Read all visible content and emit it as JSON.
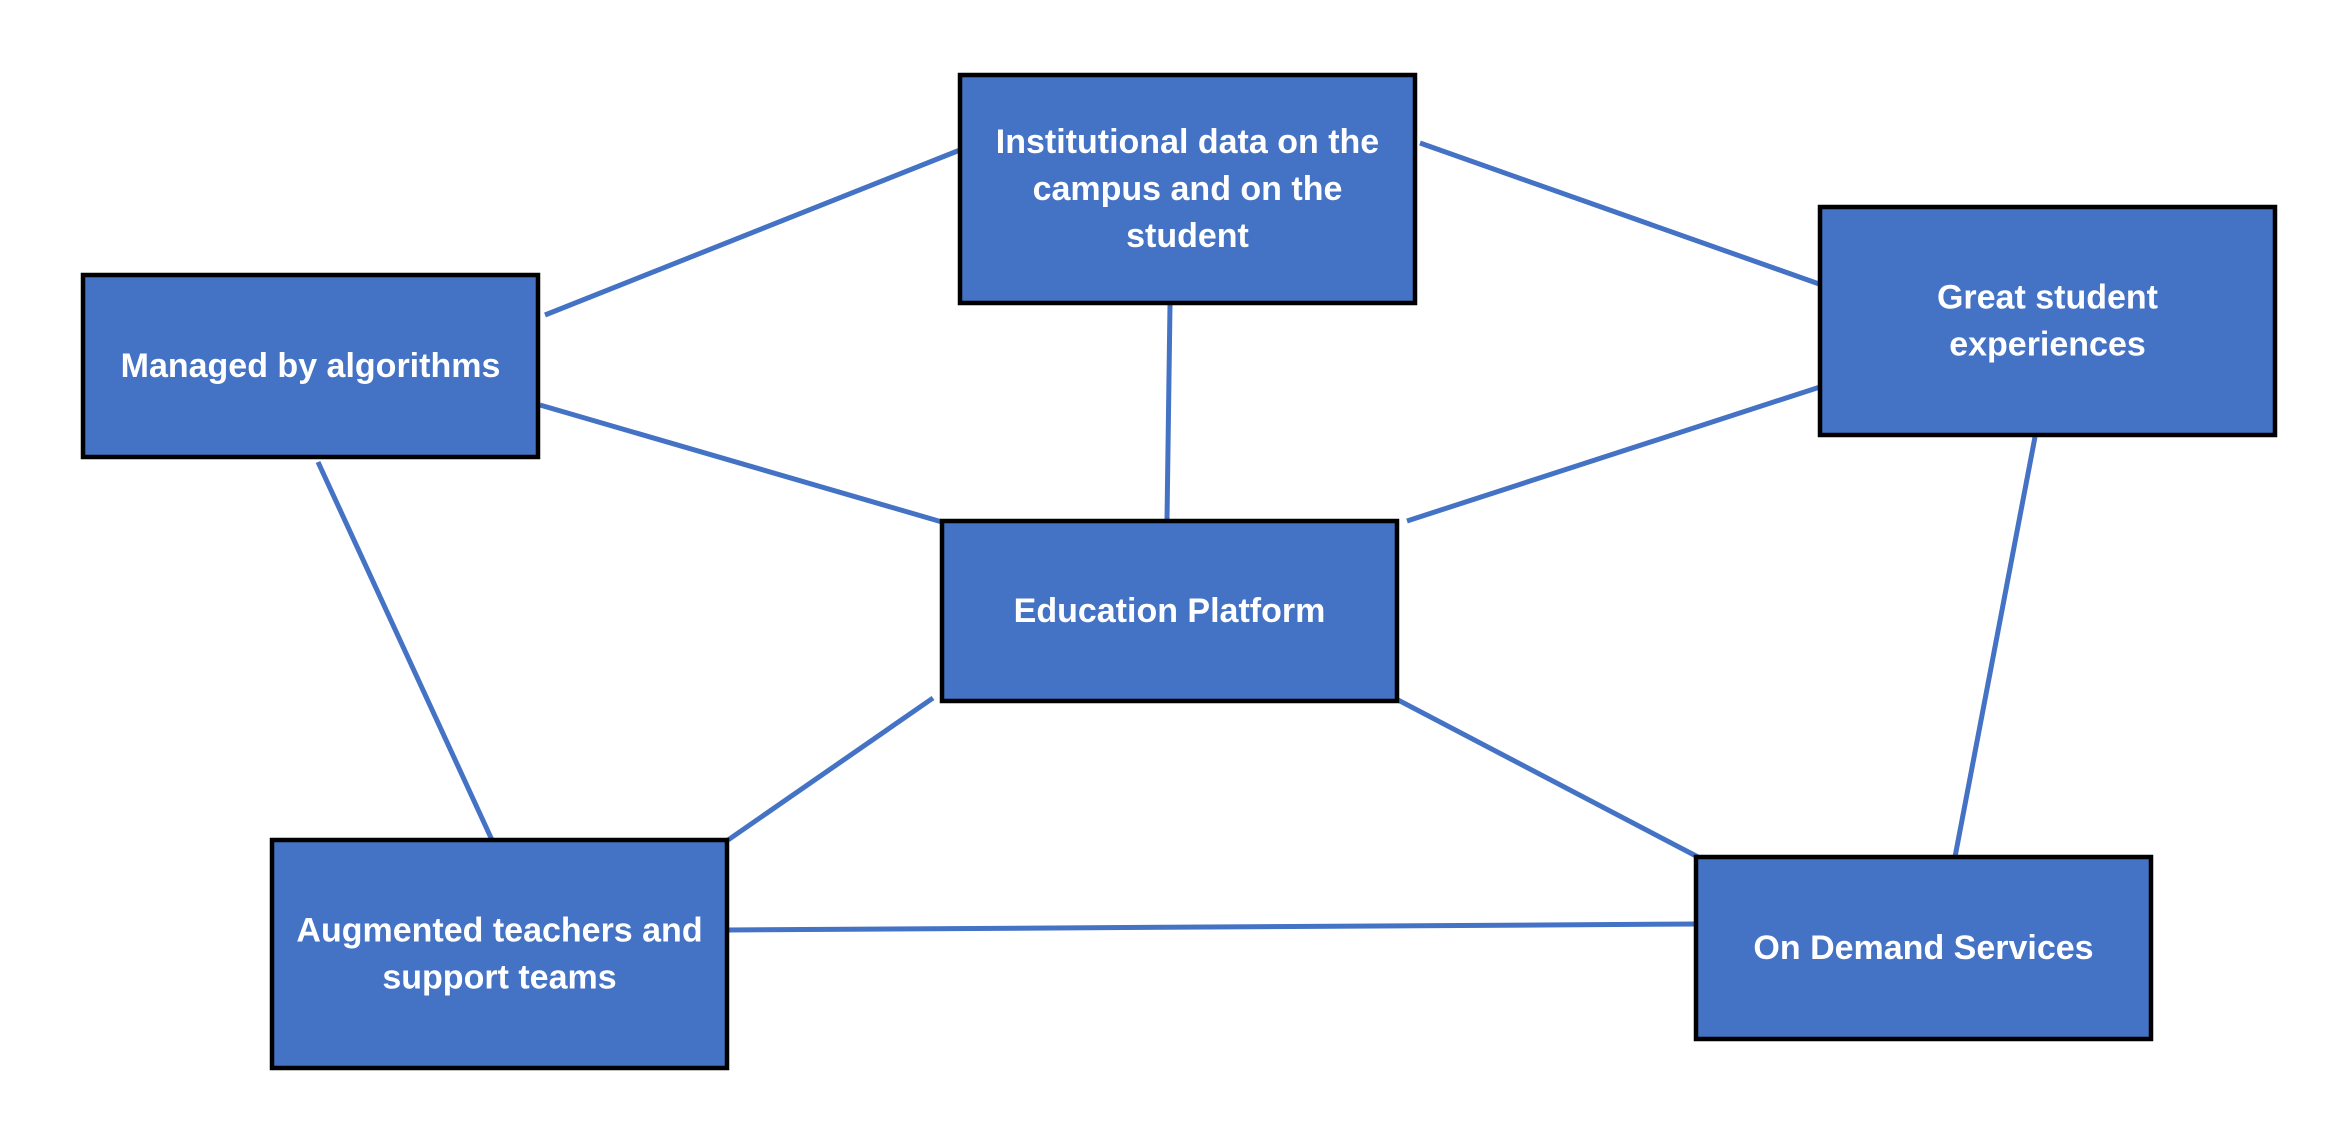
{
  "diagram": {
    "colors": {
      "node_fill": "#4472c4",
      "node_border": "#000000",
      "edge": "#4472c4",
      "text": "#ffffff",
      "background": "#ffffff"
    },
    "nodes": [
      {
        "id": "institutional-data",
        "lines": [
          "Institutional data on the",
          "campus and on the",
          "student"
        ]
      },
      {
        "id": "managed-by-algorithms",
        "lines": [
          "Managed by algorithms"
        ]
      },
      {
        "id": "great-student-experiences",
        "lines": [
          "Great student",
          "experiences"
        ]
      },
      {
        "id": "education-platform",
        "lines": [
          "Education Platform"
        ]
      },
      {
        "id": "augmented-teachers",
        "lines": [
          "Augmented teachers and",
          "support teams"
        ]
      },
      {
        "id": "on-demand-services",
        "lines": [
          "On Demand Services"
        ]
      }
    ],
    "edges": [
      {
        "from": "managed-by-algorithms",
        "to": "institutional-data"
      },
      {
        "from": "institutional-data",
        "to": "great-student-experiences"
      },
      {
        "from": "managed-by-algorithms",
        "to": "education-platform"
      },
      {
        "from": "institutional-data",
        "to": "education-platform"
      },
      {
        "from": "great-student-experiences",
        "to": "education-platform"
      },
      {
        "from": "managed-by-algorithms",
        "to": "augmented-teachers"
      },
      {
        "from": "education-platform",
        "to": "augmented-teachers"
      },
      {
        "from": "education-platform",
        "to": "on-demand-services"
      },
      {
        "from": "great-student-experiences",
        "to": "on-demand-services"
      },
      {
        "from": "augmented-teachers",
        "to": "on-demand-services"
      }
    ]
  }
}
